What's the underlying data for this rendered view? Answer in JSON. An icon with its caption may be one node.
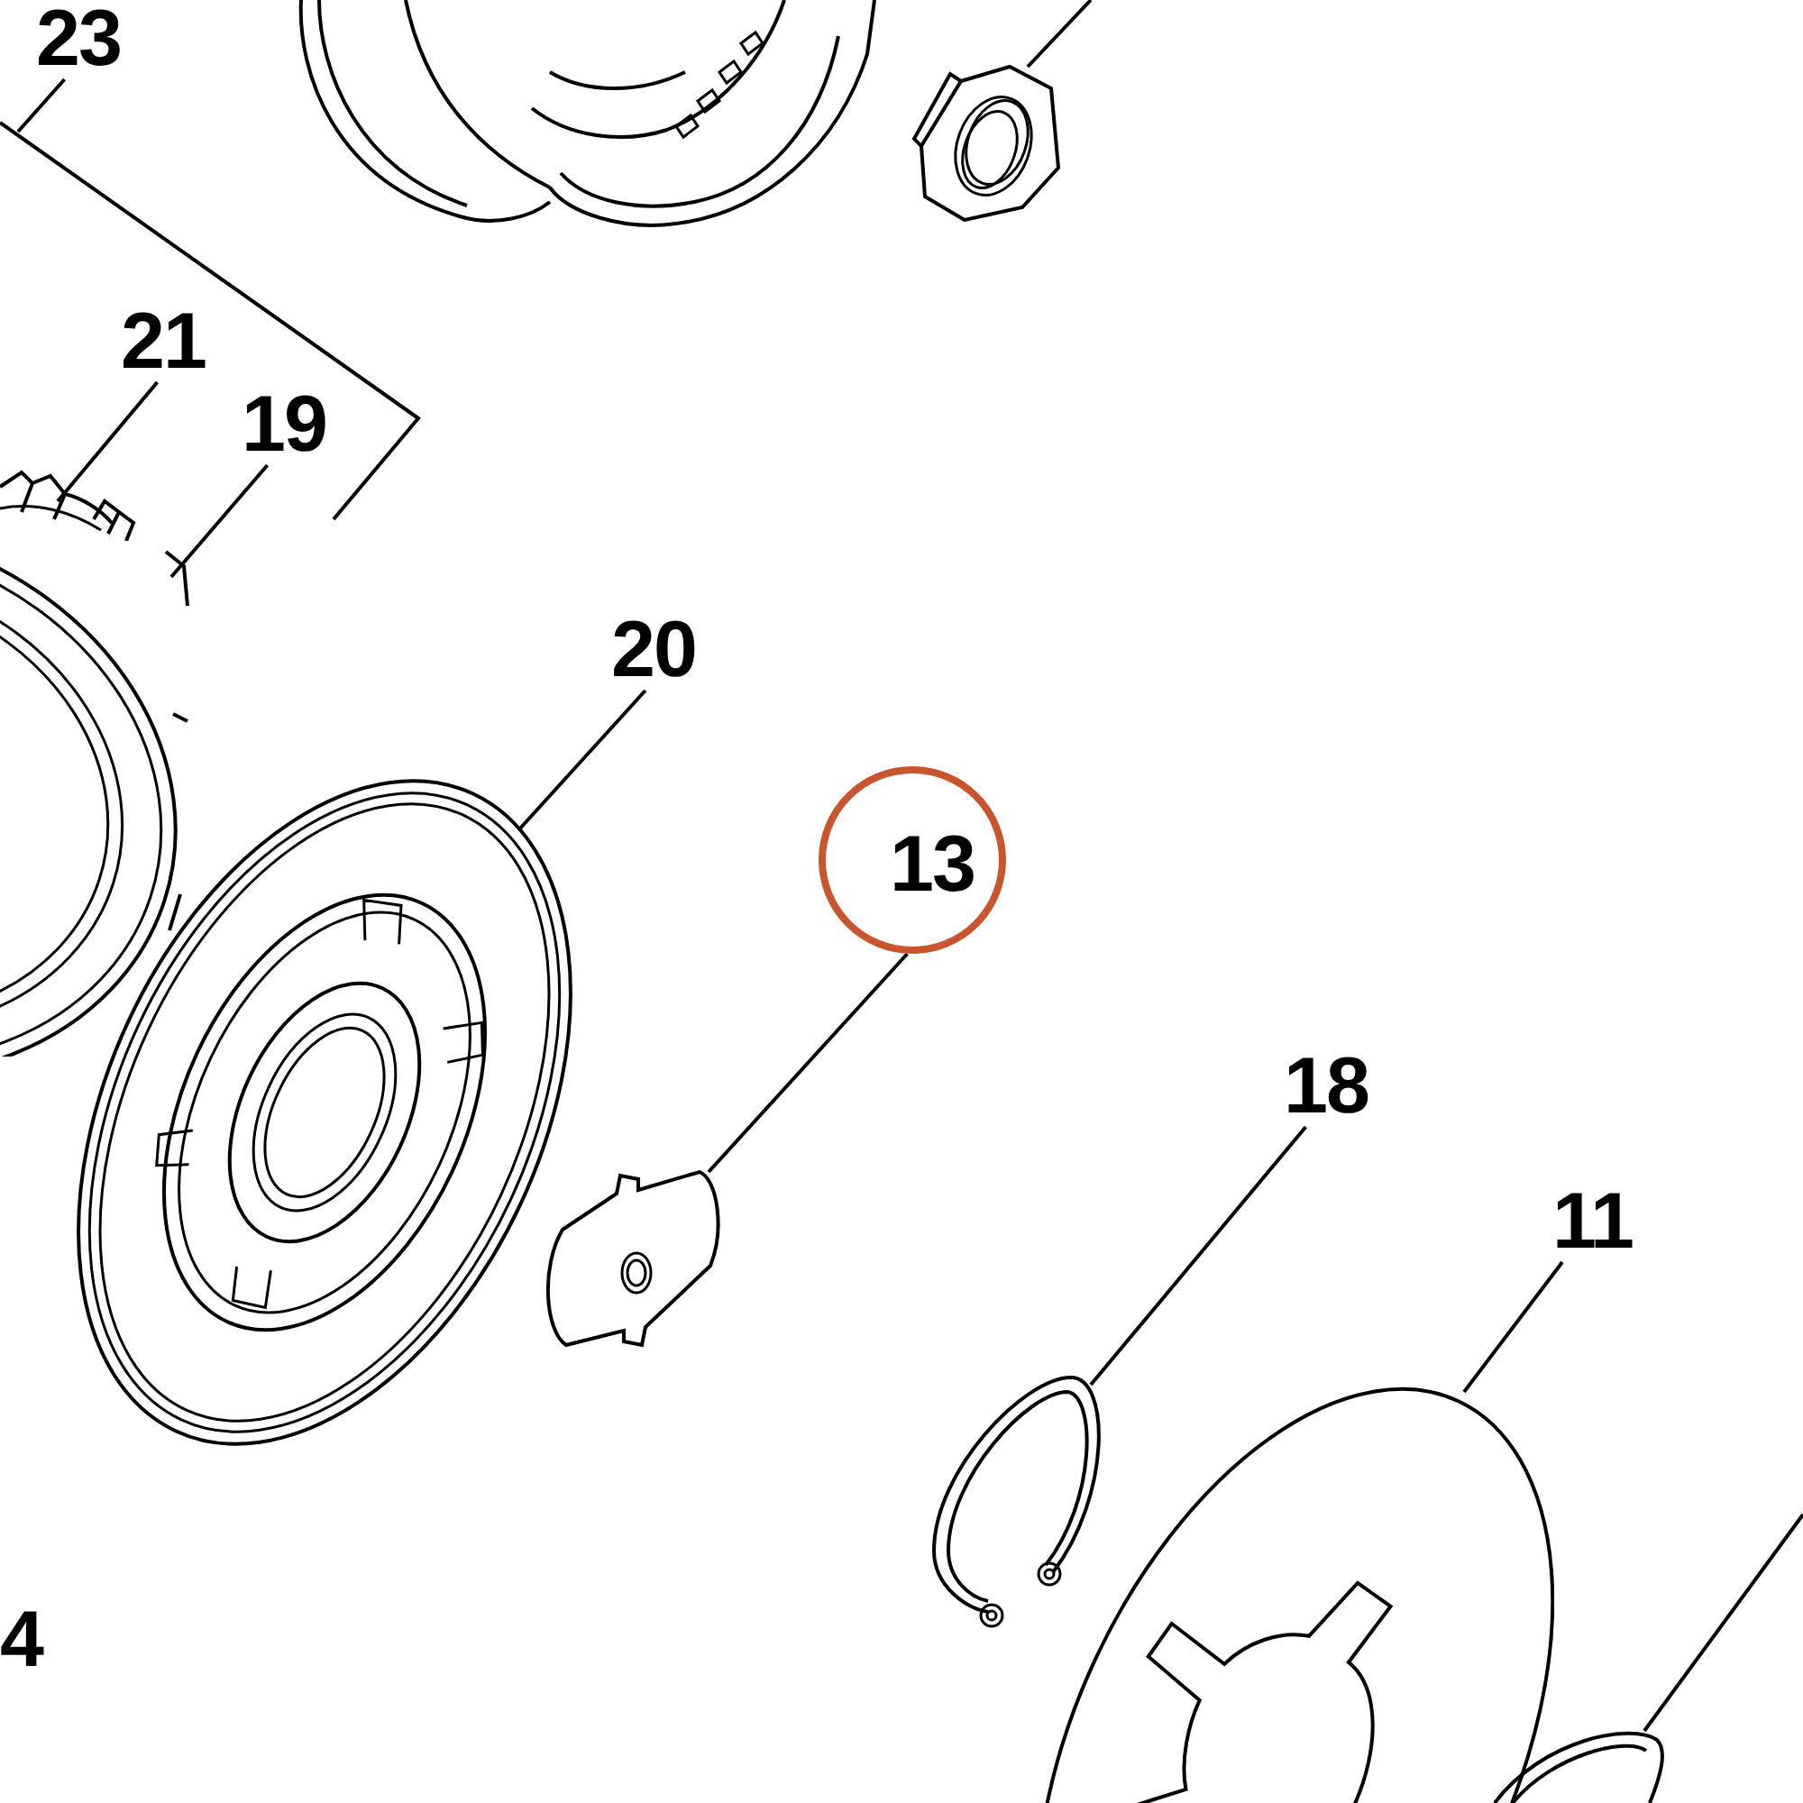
{
  "diagram": {
    "nodes": [
      {
        "text": [
          "23"
        ]
      },
      {
        "text": [
          "21"
        ]
      },
      {
        "text": [
          "19"
        ]
      },
      {
        "text": [
          "20"
        ]
      },
      {
        "text": [
          "13"
        ]
      },
      {
        "text": [
          "18"
        ]
      },
      {
        "text": [
          "11"
        ]
      },
      {
        "text": [],
        "shape": "picture"
      },
      {
        "text": [],
        "shape": "picture"
      },
      {
        "text": [],
        "shape": "picture"
      },
      {
        "text": [],
        "shape": "picture"
      },
      {
        "text": [],
        "shape": "picture"
      },
      {
        "text": [],
        "shape": "picture"
      },
      {
        "text": [],
        "shape": "picture"
      },
      {
        "text": [],
        "shape": "picture"
      }
    ],
    "edges": [
      {
        "from": 0,
        "to": null,
        "arrow": "none"
      },
      {
        "from": 1,
        "to": 7,
        "arrow": "none"
      },
      {
        "from": 2,
        "to": 8,
        "arrow": "none"
      },
      {
        "from": 3,
        "to": 9,
        "arrow": "none"
      },
      {
        "from": 4,
        "to": 10,
        "arrow": "none"
      },
      {
        "from": 5,
        "to": 11,
        "arrow": "none"
      },
      {
        "from": 6,
        "to": 12,
        "arrow": "none"
      },
      {
        "from": null,
        "to": 13,
        "arrow": "none"
      },
      {
        "from": null,
        "to": 14,
        "arrow": "none"
      }
    ],
    "labels": [
      "4"
    ]
  }
}
